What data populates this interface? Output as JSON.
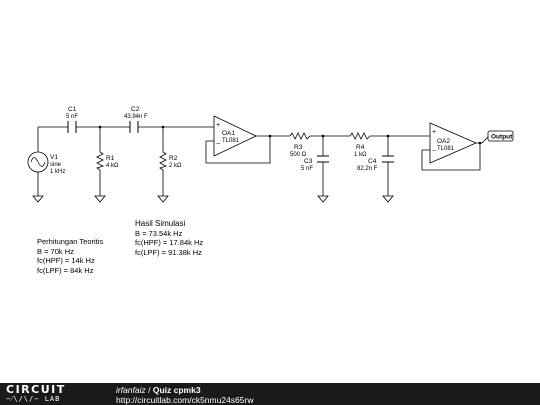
{
  "components": {
    "V1": {
      "name": "V1",
      "line1": "sine",
      "line2": "1 kHz"
    },
    "C1": {
      "name": "C1",
      "value": "5 nF"
    },
    "C2": {
      "name": "C2",
      "value": "43,94n F"
    },
    "R1": {
      "name": "R1",
      "value": "4 kΩ"
    },
    "R2": {
      "name": "R2",
      "value": "2 kΩ"
    },
    "OA1": {
      "name": "OA1",
      "model": "TL081"
    },
    "R3": {
      "name": "R3",
      "value": "500 Ω"
    },
    "C3": {
      "name": "C3",
      "value": "5 nF"
    },
    "R4": {
      "name": "R4",
      "value": "1 kΩ"
    },
    "C4": {
      "name": "C4",
      "value": "82,2n F"
    },
    "OA2": {
      "name": "OA2",
      "model": "TL081"
    },
    "output_label": "Output"
  },
  "notes": {
    "simulation": {
      "title": "Hasil Simulasi",
      "lines": [
        "B = 73.54k Hz",
        "fc(HPF) = 17.84k Hz",
        "fc(LPF) = 91.38k Hz"
      ]
    },
    "theory": {
      "title": "Perhitungan Teoritis",
      "lines": [
        "B = 70k Hz",
        "fc(HPF) = 14k Hz",
        "fc(LPF) = 84k Hz"
      ]
    }
  },
  "footer": {
    "brand_top": "CIRCUIT",
    "brand_bottom": "LAB",
    "user": "irfanfaiz",
    "separator": " / ",
    "title": "Quiz cpmk3",
    "url": "http://circuitlab.com/ck5nmu24s65rw"
  }
}
